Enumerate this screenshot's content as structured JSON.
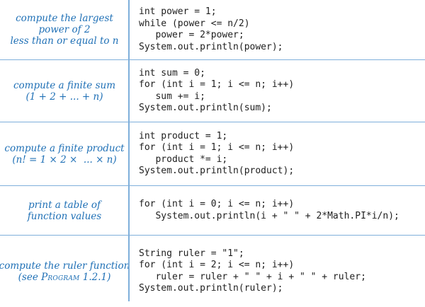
{
  "colors": {
    "rule_blue": "#7fafdb",
    "accent_blue": "#1f70b6",
    "code_text": "#1e1e1e",
    "background": "#ffffff"
  },
  "table": {
    "rows": [
      {
        "description_lines": [
          "compute the largest",
          "power of 2",
          "less than or equal to n"
        ],
        "code_lines": [
          "int power = 1;",
          "while (power <= n/2)",
          "   power = 2*power;",
          "System.out.println(power);"
        ]
      },
      {
        "description_lines": [
          "compute a finite sum",
          "(1 + 2 + ... + n)"
        ],
        "code_lines": [
          "int sum = 0;",
          "for (int i = 1; i <= n; i++)",
          "   sum += i;",
          "System.out.println(sum);"
        ]
      },
      {
        "description_lines": [
          "compute a finite product",
          "(n! = 1 × 2 ×  ... × n)"
        ],
        "code_lines": [
          "int product = 1;",
          "for (int i = 1; i <= n; i++)",
          "   product *= i;",
          "System.out.println(product);"
        ]
      },
      {
        "description_lines": [
          "print a table of",
          "function values"
        ],
        "code_lines": [
          "for (int i = 0; i <= n; i++)",
          "   System.out.println(i + \" \" + 2*Math.PI*i/n);"
        ]
      },
      {
        "description_line1": "compute the ruler function",
        "description_line2_pre": "(see ",
        "description_line2_smallcaps": "Program",
        "description_line2_post": " 1.2.1)",
        "code_lines": [
          "String ruler = \"1\";",
          "for (int i = 2; i <= n; i++)",
          "   ruler = ruler + \" \" + i + \" \" + ruler;",
          "System.out.println(ruler);"
        ]
      }
    ]
  }
}
